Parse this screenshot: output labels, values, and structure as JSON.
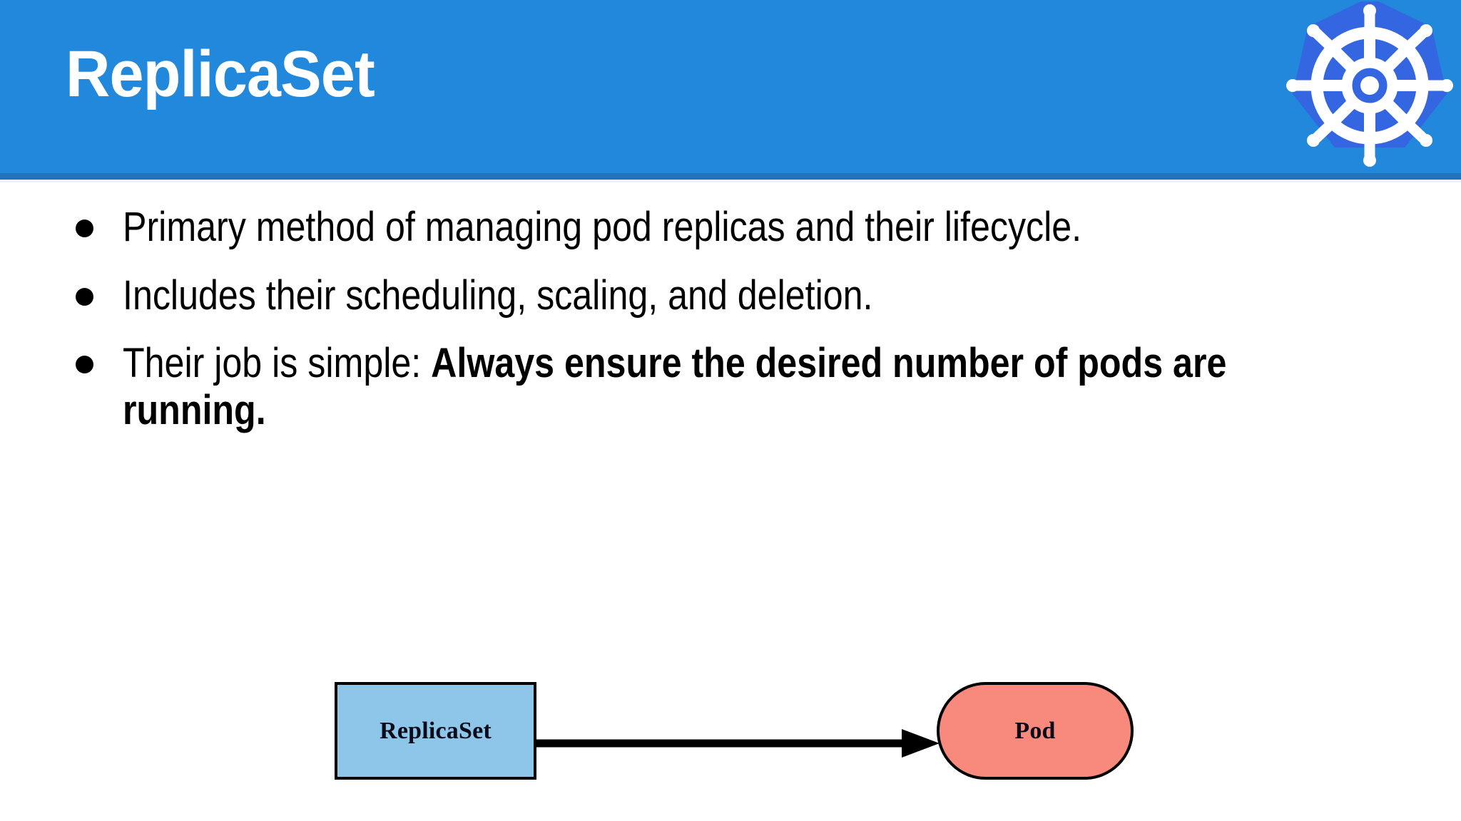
{
  "header": {
    "title": "ReplicaSet",
    "background_color": "#2288dc",
    "underline_color": "#2272bc",
    "title_color": "#ffffff",
    "logo": {
      "name": "kubernetes-logo",
      "hexagon_color": "#3366e0",
      "wheel_color": "#ffffff"
    }
  },
  "body": {
    "bullets": [
      {
        "marker": "●",
        "text": "Primary method of managing pod replicas and their lifecycle.",
        "bold_text": ""
      },
      {
        "marker": "●",
        "text": "Includes their scheduling, scaling, and deletion.",
        "bold_text": ""
      },
      {
        "marker": "●",
        "text": "Their job is simple: ",
        "bold_text": "Always ensure the desired number of pods are running."
      }
    ]
  },
  "diagram": {
    "nodes": [
      {
        "id": "replicaset",
        "label": "ReplicaSet",
        "shape": "rectangle",
        "fill_color": "#8ec6e9",
        "border_color": "#000000"
      },
      {
        "id": "pod",
        "label": "Pod",
        "shape": "stadium",
        "fill_color": "#f78a7c",
        "border_color": "#000000"
      }
    ],
    "edges": [
      {
        "from": "replicaset",
        "to": "pod",
        "label": "",
        "arrow": "solid-triangle",
        "color": "#000000"
      }
    ]
  }
}
